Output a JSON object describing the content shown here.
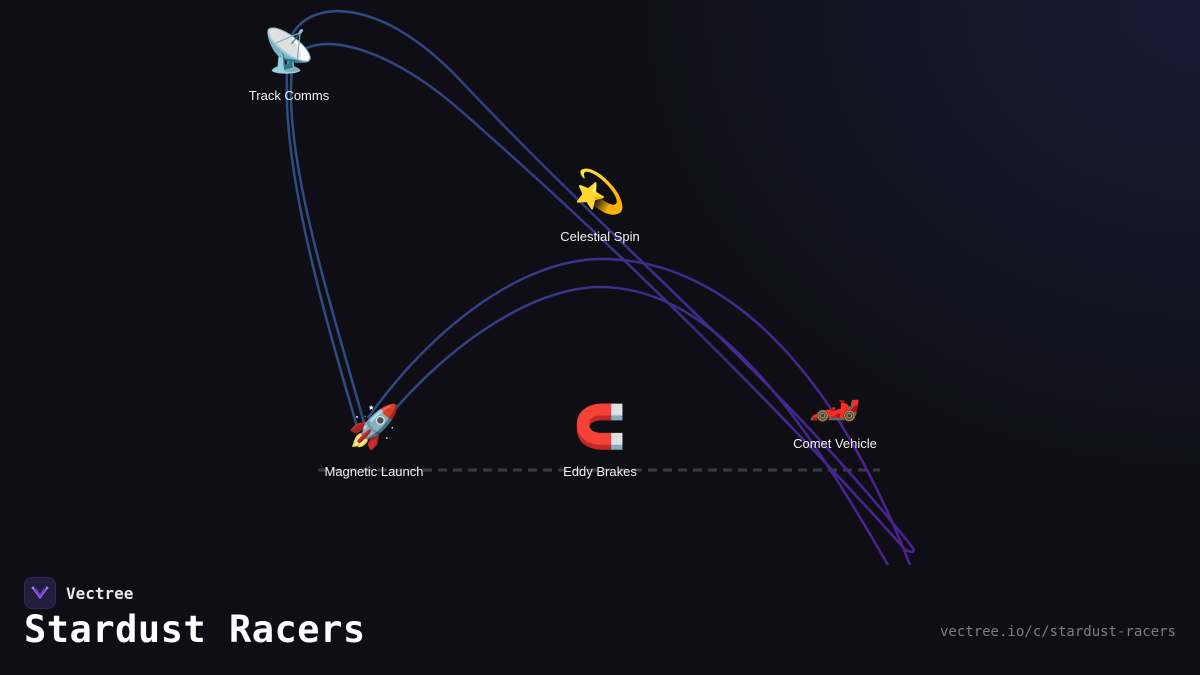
{
  "brand": {
    "name": "Vectree"
  },
  "page": {
    "title": "Stardust Racers",
    "url": "vectree.io/c/stardust-racers"
  },
  "colors": {
    "background": "#0f0e14",
    "edge_blue": "#2e4c82",
    "edge_purple": "#4b2294",
    "dashed_line": "#3a3a44",
    "label": "#f2f2f2"
  },
  "nodes": [
    {
      "id": "track-comms",
      "emoji": "📡",
      "label": "Track Comms"
    },
    {
      "id": "celestial-spin",
      "emoji": "💫",
      "label": "Celestial Spin"
    },
    {
      "id": "magnetic-launch",
      "emoji": "🚀",
      "label": "Magnetic Launch"
    },
    {
      "id": "eddy-brakes",
      "emoji": "🧲",
      "label": "Eddy Brakes"
    },
    {
      "id": "comet-vehicle",
      "emoji": "🏎️",
      "label": "Comet Vehicle"
    }
  ]
}
